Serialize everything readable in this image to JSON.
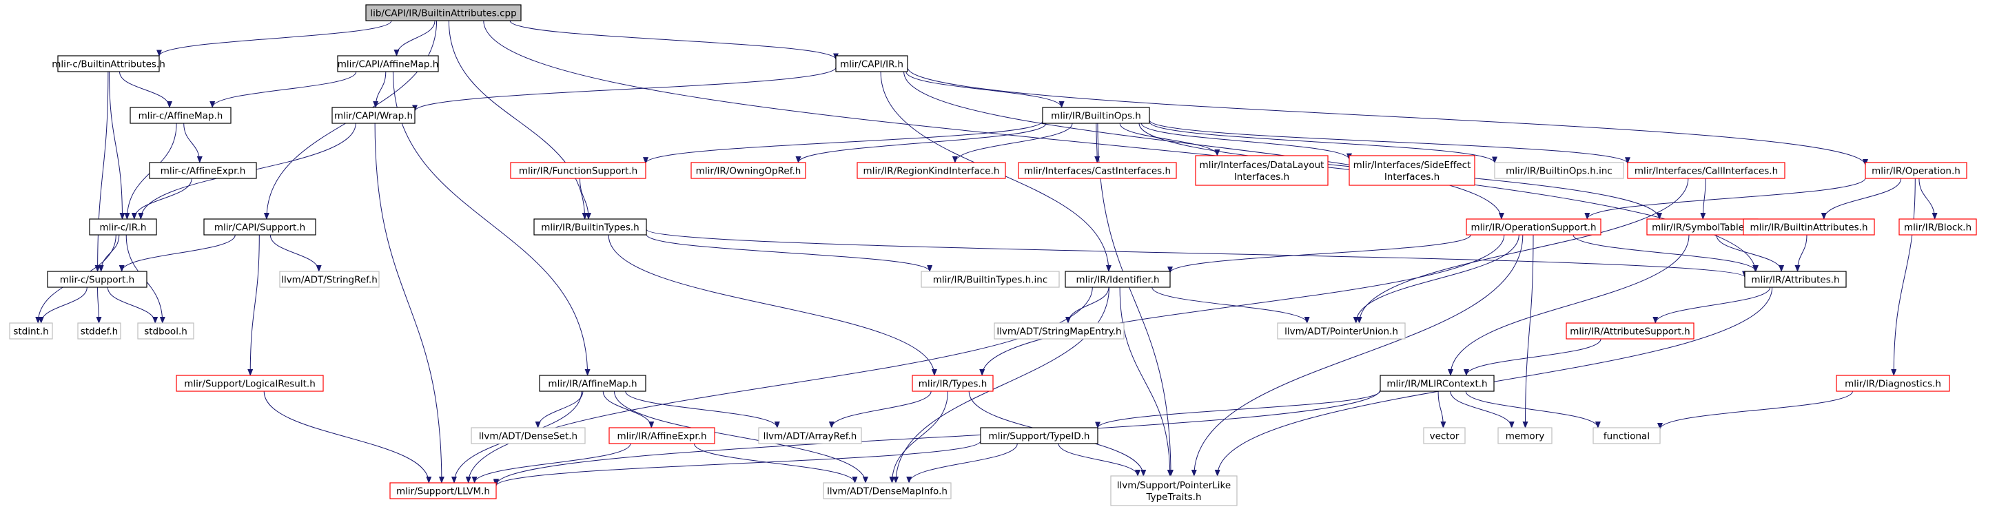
{
  "graph": {
    "nodes": [
      {
        "id": "root",
        "lines": [
          "lib/CAPI/IR/BuiltinAttributes.cpp"
        ],
        "style": "root"
      },
      {
        "id": "c_builtinattributes",
        "lines": [
          "mlir-c/BuiltinAttributes.h"
        ],
        "style": "normal"
      },
      {
        "id": "capi_affinemap",
        "lines": [
          "mlir/CAPI/AffineMap.h"
        ],
        "style": "normal"
      },
      {
        "id": "capi_ir",
        "lines": [
          "mlir/CAPI/IR.h"
        ],
        "style": "normal"
      },
      {
        "id": "c_affinemap",
        "lines": [
          "mlir-c/AffineMap.h"
        ],
        "style": "normal"
      },
      {
        "id": "capi_wrap",
        "lines": [
          "mlir/CAPI/Wrap.h"
        ],
        "style": "normal"
      },
      {
        "id": "ir_builtinops",
        "lines": [
          "mlir/IR/BuiltinOps.h"
        ],
        "style": "normal"
      },
      {
        "id": "c_affineexpr",
        "lines": [
          "mlir-c/AffineExpr.h"
        ],
        "style": "normal"
      },
      {
        "id": "c_ir",
        "lines": [
          "mlir-c/IR.h"
        ],
        "style": "normal"
      },
      {
        "id": "capi_support",
        "lines": [
          "mlir/CAPI/Support.h"
        ],
        "style": "normal"
      },
      {
        "id": "c_support",
        "lines": [
          "mlir-c/Support.h"
        ],
        "style": "normal"
      },
      {
        "id": "stdint",
        "lines": [
          "stdint.h"
        ],
        "style": "gray"
      },
      {
        "id": "stddef",
        "lines": [
          "stddef.h"
        ],
        "style": "gray"
      },
      {
        "id": "stdbool",
        "lines": [
          "stdbool.h"
        ],
        "style": "gray"
      },
      {
        "id": "llvm_stringref",
        "lines": [
          "llvm/ADT/StringRef.h"
        ],
        "style": "gray"
      },
      {
        "id": "logicalresult",
        "lines": [
          "mlir/Support/LogicalResult.h"
        ],
        "style": "red"
      },
      {
        "id": "support_llvm",
        "lines": [
          "mlir/Support/LLVM.h"
        ],
        "style": "red"
      },
      {
        "id": "functionsupport",
        "lines": [
          "mlir/IR/FunctionSupport.h"
        ],
        "style": "red"
      },
      {
        "id": "owningopref",
        "lines": [
          "mlir/IR/OwningOpRef.h"
        ],
        "style": "red"
      },
      {
        "id": "regionkind",
        "lines": [
          "mlir/IR/RegionKindInterface.h"
        ],
        "style": "red"
      },
      {
        "id": "castinterfaces",
        "lines": [
          "mlir/Interfaces/CastInterfaces.h"
        ],
        "style": "red"
      },
      {
        "id": "datalayout",
        "lines": [
          "mlir/Interfaces/DataLayout",
          "Interfaces.h"
        ],
        "style": "red"
      },
      {
        "id": "sideeffect",
        "lines": [
          "mlir/Interfaces/SideEffect",
          "Interfaces.h"
        ],
        "style": "red"
      },
      {
        "id": "builtinops_inc",
        "lines": [
          "mlir/IR/BuiltinOps.h.inc"
        ],
        "style": "gray"
      },
      {
        "id": "callinterfaces",
        "lines": [
          "mlir/Interfaces/CallInterfaces.h"
        ],
        "style": "red"
      },
      {
        "id": "ir_operation",
        "lines": [
          "mlir/IR/Operation.h"
        ],
        "style": "red"
      },
      {
        "id": "builtintypes",
        "lines": [
          "mlir/IR/BuiltinTypes.h"
        ],
        "style": "normal"
      },
      {
        "id": "builtintypes_inc",
        "lines": [
          "mlir/IR/BuiltinTypes.h.inc"
        ],
        "style": "gray"
      },
      {
        "id": "operationsupport",
        "lines": [
          "mlir/IR/OperationSupport.h"
        ],
        "style": "red"
      },
      {
        "id": "symboltable",
        "lines": [
          "mlir/IR/SymbolTable.h"
        ],
        "style": "red"
      },
      {
        "id": "ir_builtinattributes",
        "lines": [
          "mlir/IR/BuiltinAttributes.h"
        ],
        "style": "red"
      },
      {
        "id": "ir_block",
        "lines": [
          "mlir/IR/Block.h"
        ],
        "style": "red"
      },
      {
        "id": "ir_identifier",
        "lines": [
          "mlir/IR/Identifier.h"
        ],
        "style": "normal"
      },
      {
        "id": "ir_attributes",
        "lines": [
          "mlir/IR/Attributes.h"
        ],
        "style": "normal"
      },
      {
        "id": "stringmapentry",
        "lines": [
          "llvm/ADT/StringMapEntry.h"
        ],
        "style": "gray"
      },
      {
        "id": "pointerunion",
        "lines": [
          "llvm/ADT/PointerUnion.h"
        ],
        "style": "gray"
      },
      {
        "id": "attributesupport",
        "lines": [
          "mlir/IR/AttributeSupport.h"
        ],
        "style": "red"
      },
      {
        "id": "ir_affinemap",
        "lines": [
          "mlir/IR/AffineMap.h"
        ],
        "style": "normal"
      },
      {
        "id": "ir_types",
        "lines": [
          "mlir/IR/Types.h"
        ],
        "style": "red"
      },
      {
        "id": "mlircontext",
        "lines": [
          "mlir/IR/MLIRContext.h"
        ],
        "style": "normal"
      },
      {
        "id": "diagnostics",
        "lines": [
          "mlir/IR/Diagnostics.h"
        ],
        "style": "red"
      },
      {
        "id": "denseset",
        "lines": [
          "llvm/ADT/DenseSet.h"
        ],
        "style": "gray"
      },
      {
        "id": "ir_affineexpr",
        "lines": [
          "mlir/IR/AffineExpr.h"
        ],
        "style": "red"
      },
      {
        "id": "arrayref",
        "lines": [
          "llvm/ADT/ArrayRef.h"
        ],
        "style": "gray"
      },
      {
        "id": "typeid",
        "lines": [
          "mlir/Support/TypeID.h"
        ],
        "style": "normal"
      },
      {
        "id": "vector",
        "lines": [
          "vector"
        ],
        "style": "gray"
      },
      {
        "id": "memory",
        "lines": [
          "memory"
        ],
        "style": "gray"
      },
      {
        "id": "functional",
        "lines": [
          "functional"
        ],
        "style": "gray"
      },
      {
        "id": "densemapinfo",
        "lines": [
          "llvm/ADT/DenseMapInfo.h"
        ],
        "style": "gray"
      },
      {
        "id": "pointerlike",
        "lines": [
          "llvm/Support/PointerLike",
          "TypeTraits.h"
        ],
        "style": "gray"
      }
    ],
    "edges": [
      [
        "root",
        "c_builtinattributes"
      ],
      [
        "root",
        "capi_affinemap"
      ],
      [
        "root",
        "capi_ir"
      ],
      [
        "root",
        "capi_support"
      ],
      [
        "root",
        "builtintypes"
      ],
      [
        "root",
        "ir_attributes"
      ],
      [
        "c_builtinattributes",
        "c_affinemap"
      ],
      [
        "c_builtinattributes",
        "c_ir"
      ],
      [
        "c_builtinattributes",
        "c_support"
      ],
      [
        "capi_affinemap",
        "c_affinemap"
      ],
      [
        "capi_affinemap",
        "capi_wrap"
      ],
      [
        "capi_affinemap",
        "ir_affinemap"
      ],
      [
        "capi_ir",
        "capi_wrap"
      ],
      [
        "capi_ir",
        "ir_builtinops"
      ],
      [
        "capi_ir",
        "ir_operation"
      ],
      [
        "capi_ir",
        "ir_identifier"
      ],
      [
        "capi_ir",
        "operationsupport"
      ],
      [
        "c_affinemap",
        "c_affineexpr"
      ],
      [
        "c_affinemap",
        "c_ir"
      ],
      [
        "c_affineexpr",
        "c_ir"
      ],
      [
        "capi_wrap",
        "c_ir"
      ],
      [
        "capi_wrap",
        "support_llvm"
      ],
      [
        "c_ir",
        "c_support"
      ],
      [
        "c_ir",
        "stdint"
      ],
      [
        "c_ir",
        "stdbool"
      ],
      [
        "c_support",
        "stdint"
      ],
      [
        "c_support",
        "stddef"
      ],
      [
        "c_support",
        "stdbool"
      ],
      [
        "capi_support",
        "c_support"
      ],
      [
        "capi_support",
        "llvm_stringref"
      ],
      [
        "capi_support",
        "logicalresult"
      ],
      [
        "logicalresult",
        "support_llvm"
      ],
      [
        "ir_builtinops",
        "functionsupport"
      ],
      [
        "ir_builtinops",
        "owningopref"
      ],
      [
        "ir_builtinops",
        "regionkind"
      ],
      [
        "ir_builtinops",
        "castinterfaces"
      ],
      [
        "ir_builtinops",
        "datalayout"
      ],
      [
        "ir_builtinops",
        "sideeffect"
      ],
      [
        "ir_builtinops",
        "builtinops_inc"
      ],
      [
        "ir_builtinops",
        "callinterfaces"
      ],
      [
        "ir_builtinops",
        "symboltable"
      ],
      [
        "ir_builtinops",
        "pointerlike"
      ],
      [
        "functionsupport",
        "builtintypes"
      ],
      [
        "builtintypes",
        "builtintypes_inc"
      ],
      [
        "builtintypes",
        "ir_types"
      ],
      [
        "builtintypes",
        "ir_attributes"
      ],
      [
        "callinterfaces",
        "symboltable"
      ],
      [
        "callinterfaces",
        "pointerunion"
      ],
      [
        "ir_operation",
        "operationsupport"
      ],
      [
        "ir_operation",
        "ir_builtinattributes"
      ],
      [
        "ir_operation",
        "ir_block"
      ],
      [
        "ir_operation",
        "diagnostics"
      ],
      [
        "operationsupport",
        "ir_identifier"
      ],
      [
        "operationsupport",
        "ir_attributes"
      ],
      [
        "operationsupport",
        "pointerunion"
      ],
      [
        "operationsupport",
        "ir_types"
      ],
      [
        "operationsupport",
        "memory"
      ],
      [
        "operationsupport",
        "pointerlike"
      ],
      [
        "symboltable",
        "ir_attributes"
      ],
      [
        "symboltable",
        "mlircontext"
      ],
      [
        "ir_builtinattributes",
        "ir_attributes"
      ],
      [
        "ir_identifier",
        "stringmapentry"
      ],
      [
        "ir_identifier",
        "pointerunion"
      ],
      [
        "ir_identifier",
        "support_llvm"
      ],
      [
        "ir_identifier",
        "densemapinfo"
      ],
      [
        "ir_identifier",
        "pointerlike"
      ],
      [
        "ir_attributes",
        "attributesupport"
      ],
      [
        "ir_attributes",
        "pointerlike"
      ],
      [
        "attributesupport",
        "mlircontext"
      ],
      [
        "ir_affinemap",
        "denseset"
      ],
      [
        "ir_affinemap",
        "ir_affineexpr"
      ],
      [
        "ir_affinemap",
        "arrayref"
      ],
      [
        "ir_affinemap",
        "support_llvm"
      ],
      [
        "ir_affinemap",
        "densemapinfo"
      ],
      [
        "ir_affineexpr",
        "support_llvm"
      ],
      [
        "ir_affineexpr",
        "densemapinfo"
      ],
      [
        "ir_types",
        "arrayref"
      ],
      [
        "ir_types",
        "densemapinfo"
      ],
      [
        "ir_types",
        "pointerlike"
      ],
      [
        "mlircontext",
        "typeid"
      ],
      [
        "mlircontext",
        "vector"
      ],
      [
        "mlircontext",
        "memory"
      ],
      [
        "mlircontext",
        "functional"
      ],
      [
        "mlircontext",
        "support_llvm"
      ],
      [
        "diagnostics",
        "functional"
      ],
      [
        "typeid",
        "support_llvm"
      ],
      [
        "typeid",
        "densemapinfo"
      ],
      [
        "typeid",
        "pointerlike"
      ]
    ]
  },
  "colors": {
    "root_fill": "#bfbfbf",
    "normal_border": "#000000",
    "red_border": "#ff0000",
    "gray_border": "#bfbfbf",
    "edge": "#191970",
    "text": "#000000"
  }
}
